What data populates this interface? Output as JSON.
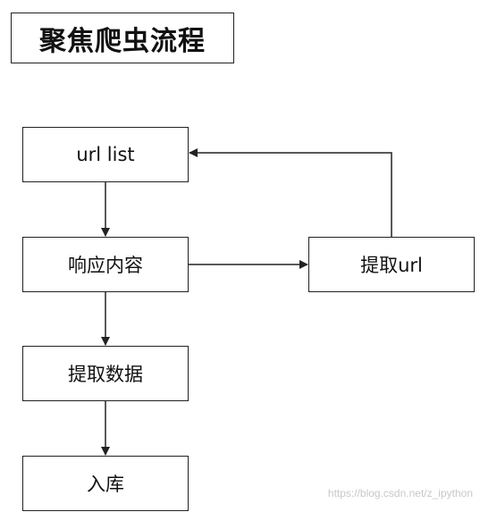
{
  "title": "聚焦爬虫流程",
  "nodes": {
    "url_list": "url list",
    "response": "响应内容",
    "extract_url": "提取url",
    "extract_data": "提取数据",
    "store": "入库"
  },
  "watermark": "https://blog.csdn.net/z_ipython",
  "colors": {
    "stroke": "#222222",
    "background": "#ffffff"
  }
}
